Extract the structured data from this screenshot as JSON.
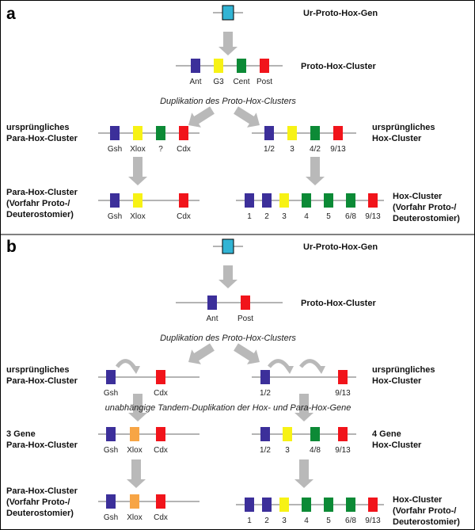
{
  "colors": {
    "purple": "#3c2f9a",
    "yellow": "#f7f215",
    "green": "#0c8a36",
    "red": "#f1141b",
    "orange": "#f7a545",
    "cyan": "#32b4d4",
    "line": "#888888",
    "arrow": "#b9b9b9"
  },
  "panel_a": {
    "letter": "a",
    "ur_label": "Ur-Proto-Hox-Gen",
    "proto_label": "Proto-Hox-Cluster",
    "proto_genes": [
      "Ant",
      "G3",
      "Cent",
      "Post"
    ],
    "duplication_label": "Duplikation des Proto-Hox-Clusters",
    "para_orig_label": [
      "ursprüngliches",
      "Para-Hox-Cluster"
    ],
    "para_orig_genes": [
      "Gsh",
      "Xlox",
      "?",
      "Cdx"
    ],
    "hox_orig_label": [
      "ursprüngliches",
      "Hox-Cluster"
    ],
    "hox_orig_genes": [
      "1/2",
      "3",
      "4/2",
      "9/13"
    ],
    "para_final_label": [
      "Para-Hox-Cluster",
      "(Vorfahr Proto-/",
      "Deuterostomier)"
    ],
    "para_final_genes": [
      "Gsh",
      "Xlox",
      "Cdx"
    ],
    "hox_final_label": [
      "Hox-Cluster",
      "(Vorfahr Proto-/",
      "Deuterostomier)"
    ],
    "hox_final_genes": [
      "1",
      "2",
      "3",
      "4",
      "5",
      "6/8",
      "9/13"
    ]
  },
  "panel_b": {
    "letter": "b",
    "ur_label": "Ur-Proto-Hox-Gen",
    "proto_label": "Proto-Hox-Cluster",
    "proto_genes": [
      "Ant",
      "Post"
    ],
    "duplication_label": "Duplikation des Proto-Hox-Clusters",
    "para_orig_label": [
      "ursprüngliches",
      "Para-Hox-Cluster"
    ],
    "para_orig_genes": [
      "Gsh",
      "Cdx"
    ],
    "hox_orig_label": [
      "ursprüngliches",
      "Hox-Cluster"
    ],
    "hox_orig_genes": [
      "1/2",
      "9/13"
    ],
    "tandem_label": "unabhängige Tandem-Duplikation der Hox- und Para-Hox-Gene",
    "para_3_label": [
      "3 Gene",
      "Para-Hox-Cluster"
    ],
    "para_3_genes": [
      "Gsh",
      "Xlox",
      "Cdx"
    ],
    "hox_4_label": [
      "4 Gene",
      "Hox-Cluster"
    ],
    "hox_4_genes": [
      "1/2",
      "3",
      "4/8",
      "9/13"
    ],
    "para_final_label": [
      "Para-Hox-Cluster",
      "(Vorfahr Proto-/",
      "Deuterostomier)"
    ],
    "para_final_genes": [
      "Gsh",
      "Xlox",
      "Cdx"
    ],
    "hox_final_label": [
      "Hox-Cluster",
      "(Vorfahr Proto-/",
      "Deuterostomier)"
    ],
    "hox_final_genes": [
      "1",
      "2",
      "3",
      "4",
      "5",
      "6/8",
      "9/13"
    ]
  }
}
